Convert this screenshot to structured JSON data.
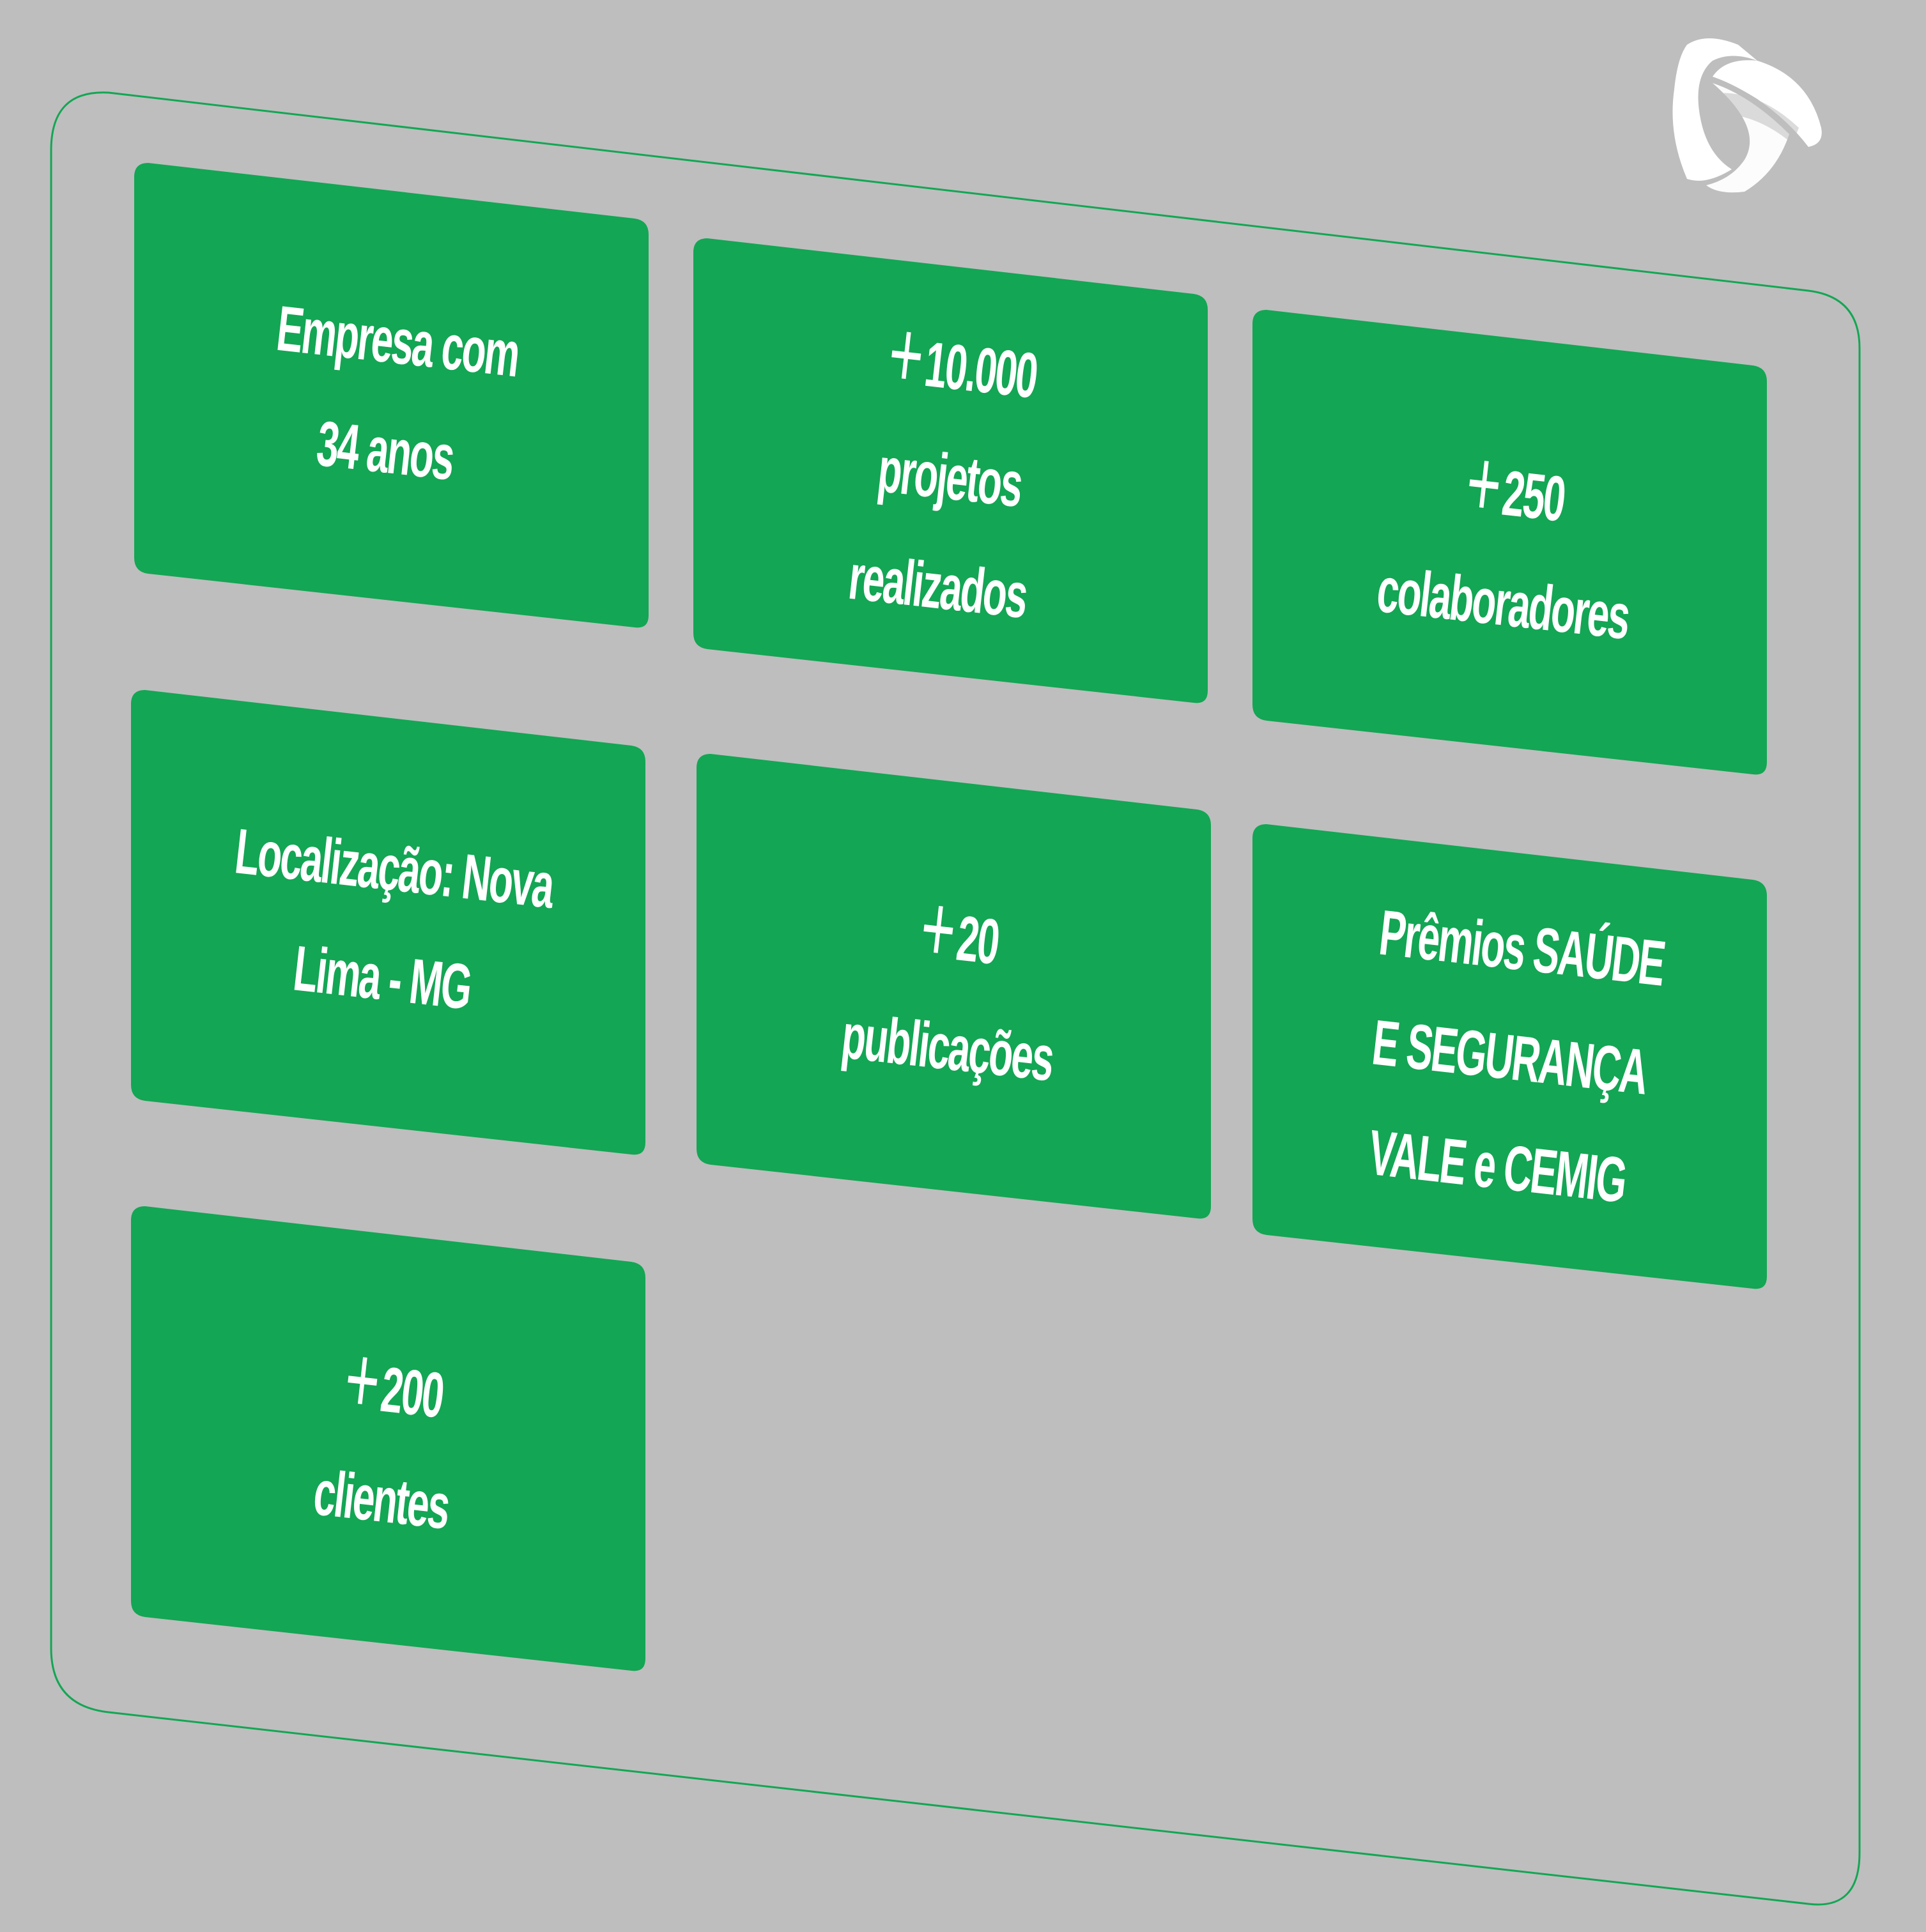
{
  "colors": {
    "background": "#bebebe",
    "card": "#13a654",
    "frame_stroke": "#13a654",
    "text": "#ffffff",
    "logo": "#ffffff"
  },
  "icons": {
    "logo": "brand-logo-icon"
  },
  "cards": [
    {
      "lines": [
        "Empresa com",
        "34 anos"
      ],
      "prefix_plus": false
    },
    {
      "lines": [
        "10.000",
        "projetos",
        "realizados"
      ],
      "prefix_plus": true
    },
    {
      "lines": [
        "250",
        "colaboradores"
      ],
      "prefix_plus": true
    },
    {
      "lines": [
        "Localização: Nova",
        "Lima - MG"
      ],
      "prefix_plus": false
    },
    {
      "lines": [
        "20",
        "publicações"
      ],
      "prefix_plus": true
    },
    {
      "lines": [
        "Prêmios SAÚDE",
        "E SEGURANÇA",
        "VALE e CEMIG"
      ],
      "prefix_plus": false
    },
    {
      "lines": [
        "200",
        "clientes"
      ],
      "prefix_plus": true
    }
  ]
}
